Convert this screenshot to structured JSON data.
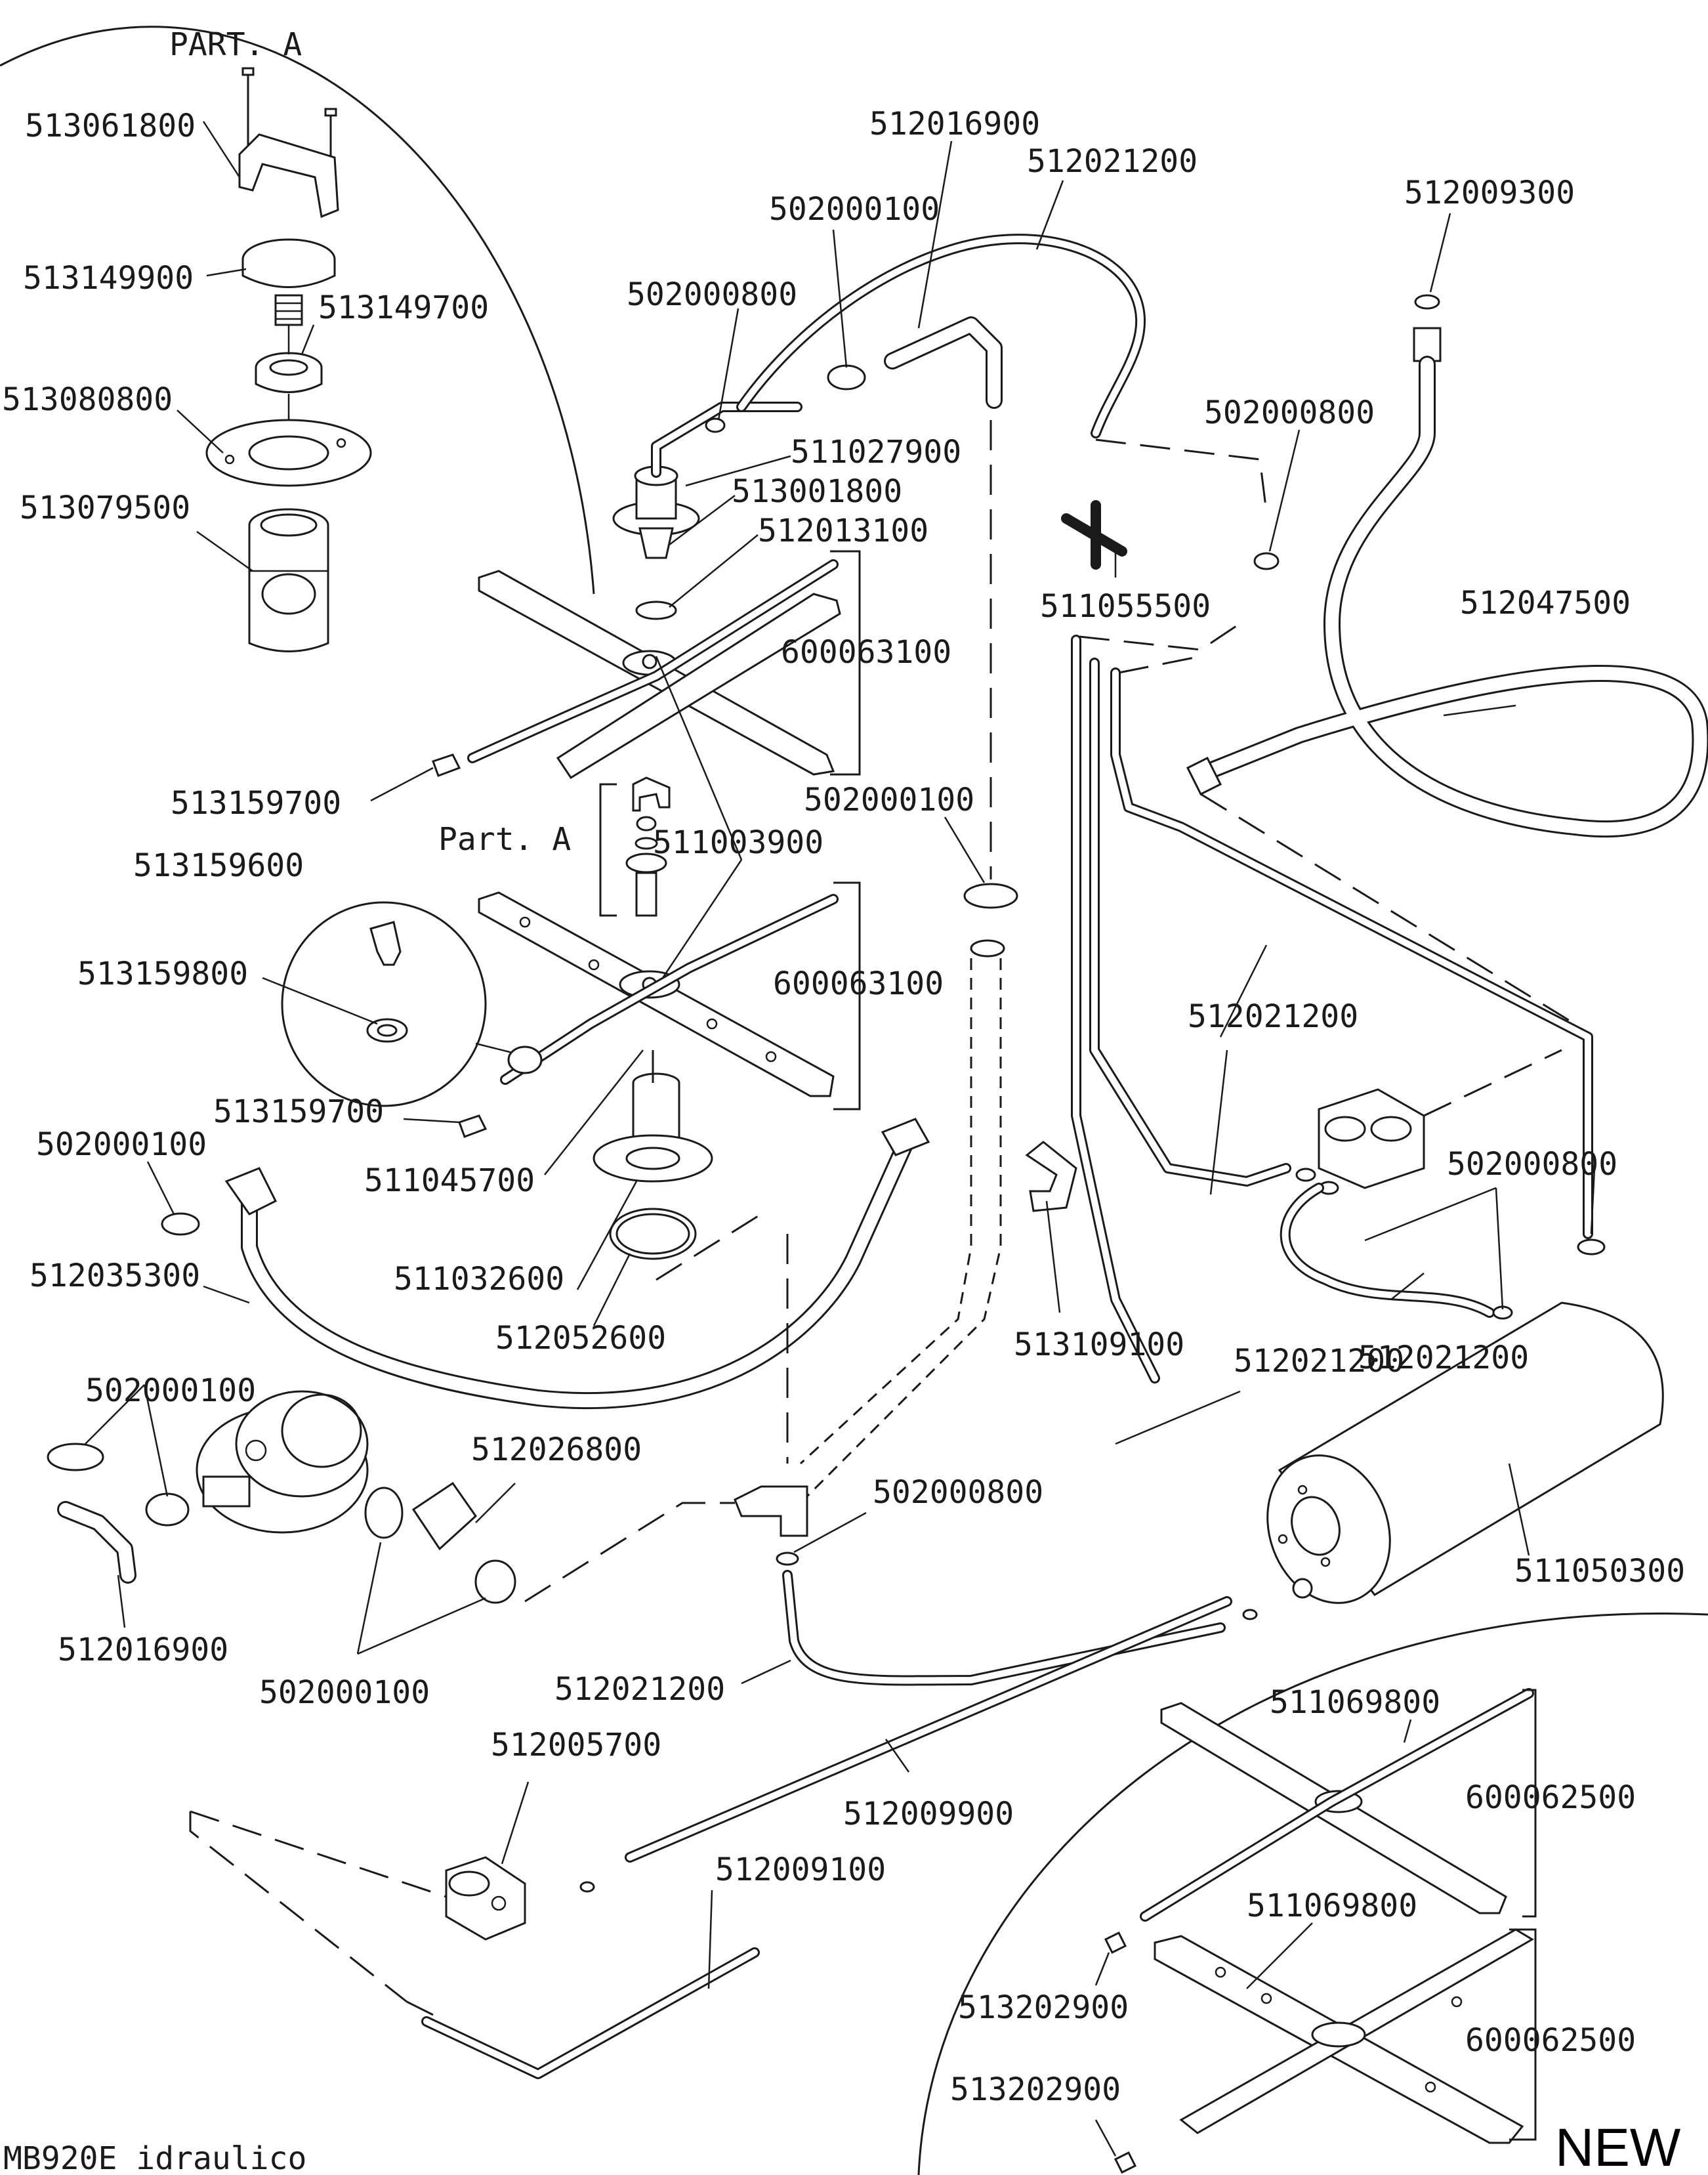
{
  "labels": {
    "part_a_header": "PART. A",
    "part_a_side": "Part. A",
    "new": "NEW",
    "footer": "MB920E_idraulico",
    "p513061800": "513061800",
    "p513149900": "513149900",
    "p513149700": "513149700",
    "p513080800": "513080800",
    "p513079500": "513079500",
    "p512016900_top": "512016900",
    "p512021200_top": "512021200",
    "p502000100_top": "502000100",
    "p502000800_top": "502000800",
    "p511027900": "511027900",
    "p513001800": "513001800",
    "p512013100": "512013100",
    "p600063100_a": "600063100",
    "p513159700_a": "513159700",
    "p512009300": "512009300",
    "p502000800_right": "502000800",
    "p511055500": "511055500",
    "p512047500": "512047500",
    "p502000100_mid": "502000100",
    "p511003900": "511003900",
    "p513159600": "513159600",
    "p513159800": "513159800",
    "p600063100_b": "600063100",
    "p513159700_b": "513159700",
    "p512021200_mid": "512021200",
    "p502000100_left": "502000100",
    "p511045700": "511045700",
    "p502000800_valve": "502000800",
    "p512035300": "512035300",
    "p511032600": "511032600",
    "p512052600": "512052600",
    "p513109100": "513109100",
    "p512021200_valve": "512021200",
    "p502000100_pump": "502000100",
    "p512021200_tank": "512021200",
    "p512026800": "512026800",
    "p502000800_tee": "502000800",
    "p511050300": "511050300",
    "p512016900_bottom": "512016900",
    "p502000100_bottom": "502000100",
    "p512021200_bottom": "512021200",
    "p512005700": "512005700",
    "p512009900": "512009900",
    "p512009100": "512009100",
    "p511069800_a": "511069800",
    "p600062500_a": "600062500",
    "p511069800_b": "511069800",
    "p513202900_a": "513202900",
    "p600062500_b": "600062500",
    "p513202900_b": "513202900"
  }
}
